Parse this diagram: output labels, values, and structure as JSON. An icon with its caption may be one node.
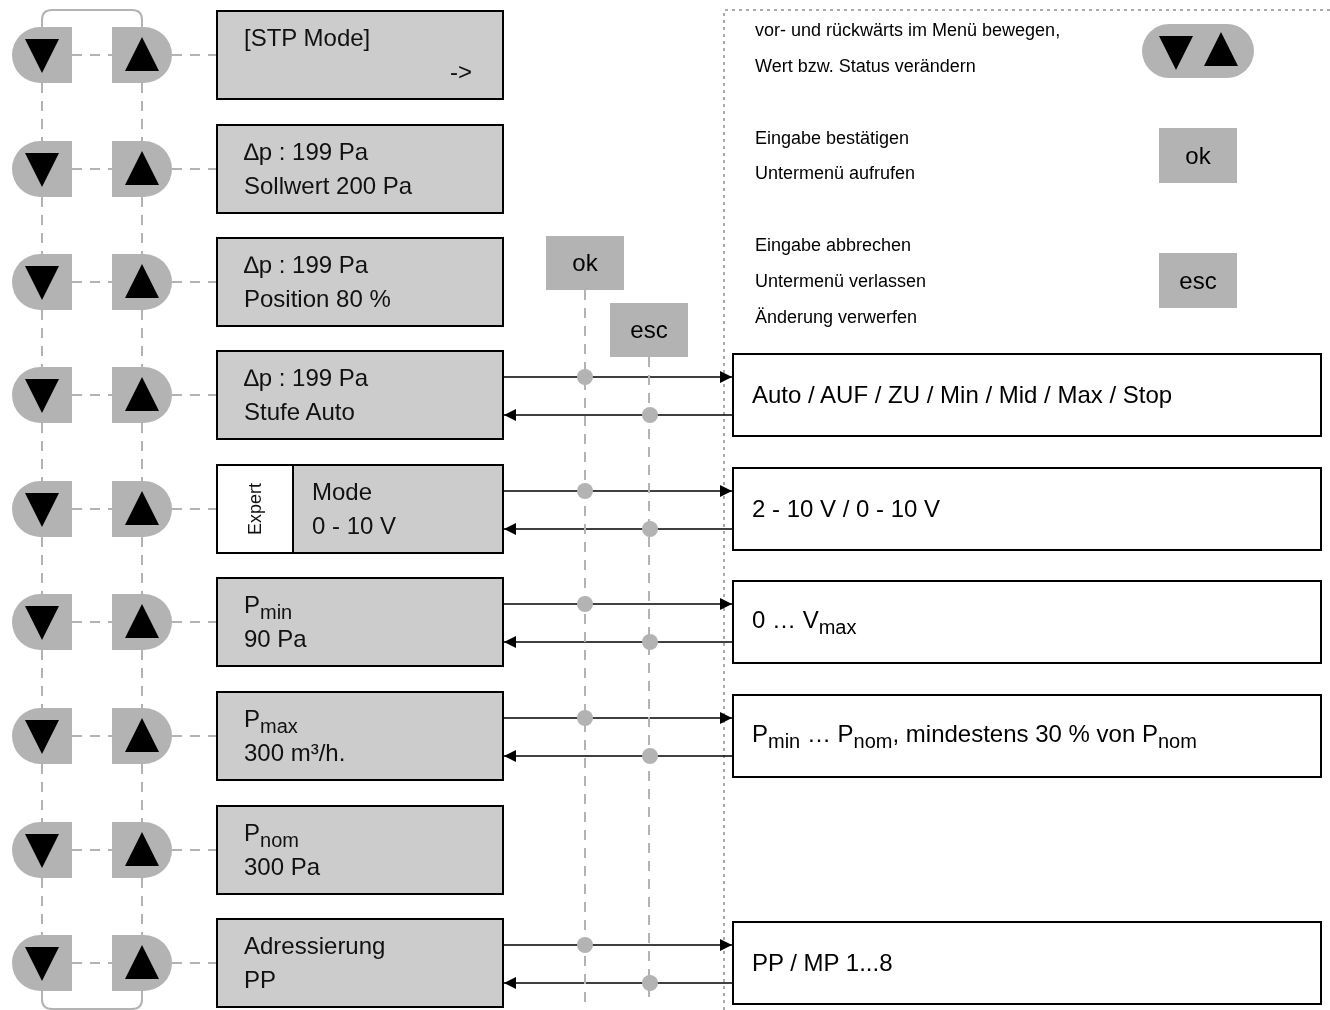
{
  "diagram": {
    "nodes": [
      {
        "text": [
          "[STP Mode]",
          "->"
        ]
      },
      {
        "text": [
          "∆p : 199 Pa",
          "Sollwert 200 Pa"
        ]
      },
      {
        "text": [
          "∆p : 199 Pa",
          "Position 80 %"
        ]
      },
      {
        "text": [
          "∆p : 199 Pa",
          "Stufe Auto"
        ]
      },
      {
        "text": [
          "Expert",
          "Mode",
          "0 - 10 V"
        ]
      },
      {
        "text": [
          "P$_{min}$",
          "90 Pa"
        ]
      },
      {
        "text": [
          "P$_{max}$",
          "300 m³/h."
        ]
      },
      {
        "text": [
          "P$_{nom}$",
          "300 Pa"
        ]
      },
      {
        "text": [
          "Adressierung",
          "PP"
        ]
      },
      {
        "text": [
          "Auto / AUF / ZU / Min / Mid / Max / Stop"
        ]
      },
      {
        "text": [
          "2 - 10 V / 0 - 10 V"
        ]
      },
      {
        "text": [
          "0 … V$_{max}$"
        ]
      },
      {
        "text": [
          "P$_{min}$ … P$_{nom}$, mindestens 30 % von P$_{nom}$"
        ]
      },
      {
        "text": [
          "PP / MP 1...8"
        ]
      },
      {
        "text": [
          "ok"
        ]
      },
      {
        "text": [
          "esc"
        ]
      },
      {
        "text": [],
        "shape": "button"
      },
      {
        "text": [],
        "shape": "button"
      },
      {
        "text": [],
        "shape": "button"
      },
      {
        "text": [],
        "shape": "button"
      },
      {
        "text": [],
        "shape": "button"
      },
      {
        "text": [],
        "shape": "button"
      },
      {
        "text": [],
        "shape": "button"
      },
      {
        "text": [],
        "shape": "button"
      },
      {
        "text": [],
        "shape": "button"
      },
      {
        "text": [],
        "shape": "button"
      },
      {
        "text": [],
        "shape": "button"
      },
      {
        "text": [],
        "shape": "button"
      },
      {
        "text": [],
        "shape": "button"
      },
      {
        "text": [],
        "shape": "button"
      },
      {
        "text": [],
        "shape": "button"
      },
      {
        "text": [],
        "shape": "button"
      },
      {
        "text": [],
        "shape": "button"
      },
      {
        "text": [],
        "shape": "button"
      }
    ],
    "edges": [
      {
        "from": 16,
        "to": 25,
        "arrow": "none"
      },
      {
        "from": 16,
        "to": 25,
        "arrow": "none",
        "style": "dashed"
      },
      {
        "from": 25,
        "to": 0,
        "arrow": "none",
        "style": "dashed"
      },
      {
        "from": 17,
        "to": 26,
        "arrow": "none",
        "style": "dashed"
      },
      {
        "from": 26,
        "to": 1,
        "arrow": "none",
        "style": "dashed"
      },
      {
        "from": 18,
        "to": 27,
        "arrow": "none",
        "style": "dashed"
      },
      {
        "from": 27,
        "to": 2,
        "arrow": "none",
        "style": "dashed"
      },
      {
        "from": 19,
        "to": 28,
        "arrow": "none",
        "style": "dashed"
      },
      {
        "from": 28,
        "to": 3,
        "arrow": "none",
        "style": "dashed"
      },
      {
        "from": 20,
        "to": 29,
        "arrow": "none",
        "style": "dashed"
      },
      {
        "from": 29,
        "to": 4,
        "arrow": "none",
        "style": "dashed"
      },
      {
        "from": 21,
        "to": 30,
        "arrow": "none",
        "style": "dashed"
      },
      {
        "from": 30,
        "to": 5,
        "arrow": "none",
        "style": "dashed"
      },
      {
        "from": 22,
        "to": 31,
        "arrow": "none",
        "style": "dashed"
      },
      {
        "from": 31,
        "to": 6,
        "arrow": "none",
        "style": "dashed"
      },
      {
        "from": 23,
        "to": 32,
        "arrow": "none",
        "style": "dashed"
      },
      {
        "from": 32,
        "to": 7,
        "arrow": "none",
        "style": "dashed"
      },
      {
        "from": 24,
        "to": 33,
        "arrow": "none",
        "style": "dashed"
      },
      {
        "from": 33,
        "to": 8,
        "arrow": "none",
        "style": "dashed"
      },
      {
        "from": 24,
        "to": 33,
        "arrow": "none"
      },
      {
        "from": 16,
        "to": 17,
        "arrow": "none",
        "style": "dashed"
      },
      {
        "from": 17,
        "to": 18,
        "arrow": "none",
        "style": "dashed"
      },
      {
        "from": 18,
        "to": 19,
        "arrow": "none",
        "style": "dashed"
      },
      {
        "from": 19,
        "to": 20,
        "arrow": "none",
        "style": "dashed"
      },
      {
        "from": 20,
        "to": 21,
        "arrow": "none",
        "style": "dashed"
      },
      {
        "from": 21,
        "to": 22,
        "arrow": "none",
        "style": "dashed"
      },
      {
        "from": 22,
        "to": 23,
        "arrow": "none",
        "style": "dashed"
      },
      {
        "from": 23,
        "to": 24,
        "arrow": "none",
        "style": "dashed"
      },
      {
        "from": 25,
        "to": 26,
        "arrow": "none",
        "style": "dashed"
      },
      {
        "from": 26,
        "to": 27,
        "arrow": "none",
        "style": "dashed"
      },
      {
        "from": 27,
        "to": 28,
        "arrow": "none",
        "style": "dashed"
      },
      {
        "from": 28,
        "to": 29,
        "arrow": "none",
        "style": "dashed"
      },
      {
        "from": 29,
        "to": 30,
        "arrow": "none",
        "style": "dashed"
      },
      {
        "from": 30,
        "to": 31,
        "arrow": "none",
        "style": "dashed"
      },
      {
        "from": 31,
        "to": 32,
        "arrow": "none",
        "style": "dashed"
      },
      {
        "from": 32,
        "to": 33,
        "arrow": "none",
        "style": "dashed"
      },
      {
        "from": 3,
        "to": 9,
        "arrow": "to",
        "color": "#000000"
      },
      {
        "from": 9,
        "to": 3,
        "arrow": "to",
        "color": "#000000"
      },
      {
        "from": 4,
        "to": 10,
        "arrow": "to",
        "color": "#000000"
      },
      {
        "from": 10,
        "to": 4,
        "arrow": "to",
        "color": "#000000"
      },
      {
        "from": 5,
        "to": 11,
        "arrow": "to",
        "color": "#000000"
      },
      {
        "from": 11,
        "to": 5,
        "arrow": "to",
        "color": "#000000"
      },
      {
        "from": 6,
        "to": 12,
        "arrow": "to",
        "color": "#000000"
      },
      {
        "from": 12,
        "to": 6,
        "arrow": "to",
        "color": "#000000"
      },
      {
        "from": 8,
        "to": 13,
        "arrow": "to",
        "color": "#000000"
      },
      {
        "from": 13,
        "to": 8,
        "arrow": "to",
        "color": "#000000"
      },
      {
        "from": 14,
        "to": null,
        "arrow": "none",
        "style": "dashed"
      },
      {
        "from": 15,
        "to": null,
        "arrow": "none",
        "style": "dashed"
      }
    ],
    "labels": [
      "ok",
      "esc"
    ],
    "legend": [
      {
        "text": "vor- und rückwärts im Menü bewegen,"
      },
      {
        "text": "Wert bzw. Status verändern"
      },
      {
        "text": "Eingabe bestätigen"
      },
      {
        "text": "Untermenü aufrufen"
      },
      {
        "text": "Eingabe abbrechen"
      },
      {
        "text": "Untermenü verlassen"
      },
      {
        "text": "Änderung verwerfen"
      }
    ]
  }
}
